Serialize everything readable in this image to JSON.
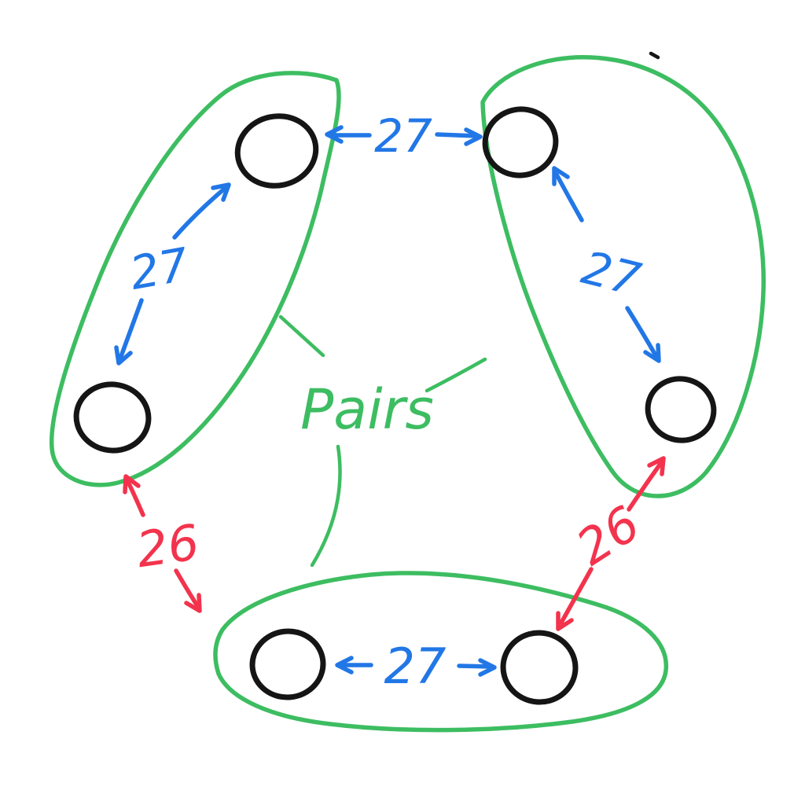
{
  "labels": {
    "center": "Pairs",
    "top_edge": "27",
    "left_pair_edge": "27",
    "right_pair_edge": "27",
    "bottom_pair_edge": "27",
    "left_cross_edge": "26",
    "right_cross_edge": "26"
  },
  "colors": {
    "green": "#3dbd61",
    "blue": "#2277e6",
    "red": "#f3334d",
    "black": "#151515",
    "background": "#ffffff"
  }
}
